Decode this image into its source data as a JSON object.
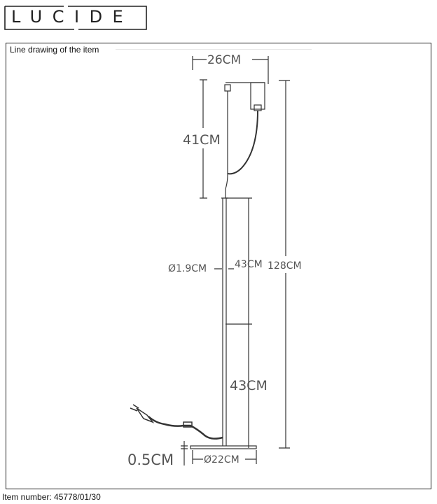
{
  "brand": {
    "name": "LUCIDE",
    "letters": [
      "L",
      "U",
      "C",
      "I",
      "D",
      "E"
    ]
  },
  "frame": {
    "title": "Line drawing of the item"
  },
  "dimensions": {
    "width": "26CM",
    "head_height": "41CM",
    "pole_diameter": "Ø1.9CM",
    "upper_segment": "43CM",
    "total_height": "128CM",
    "lower_segment": "43CM",
    "base_thickness": "0.5CM",
    "base_diameter": "Ø22CM"
  },
  "footer": {
    "item_number": "Item number: 45778/01/30"
  }
}
